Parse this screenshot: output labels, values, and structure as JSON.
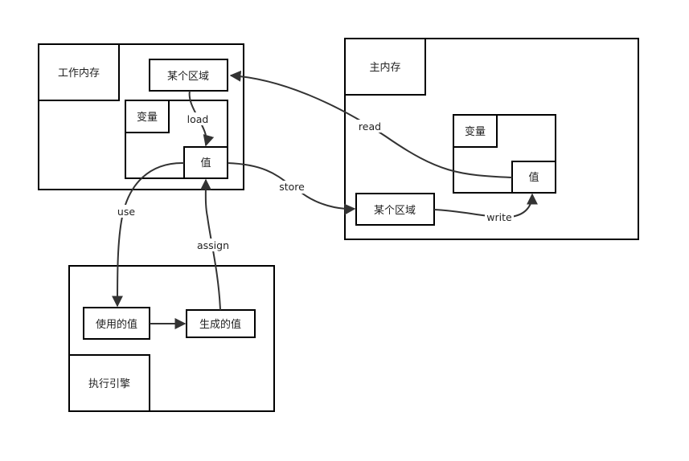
{
  "working_memory": {
    "title": "工作内存",
    "region": "某个区域",
    "variable": "变量",
    "value": "值"
  },
  "main_memory": {
    "title": "主内存",
    "region": "某个区域",
    "variable": "变量",
    "value": "值"
  },
  "execution_engine": {
    "title": "执行引擎",
    "used_value": "使用的值",
    "generated_value": "生成的值"
  },
  "edges": {
    "load": "load",
    "read": "read",
    "store": "store",
    "write": "write",
    "use": "use",
    "assign": "assign"
  },
  "colors": {
    "stroke": "#000000",
    "edge": "#333333",
    "text": "#222222",
    "background": "#ffffff"
  }
}
